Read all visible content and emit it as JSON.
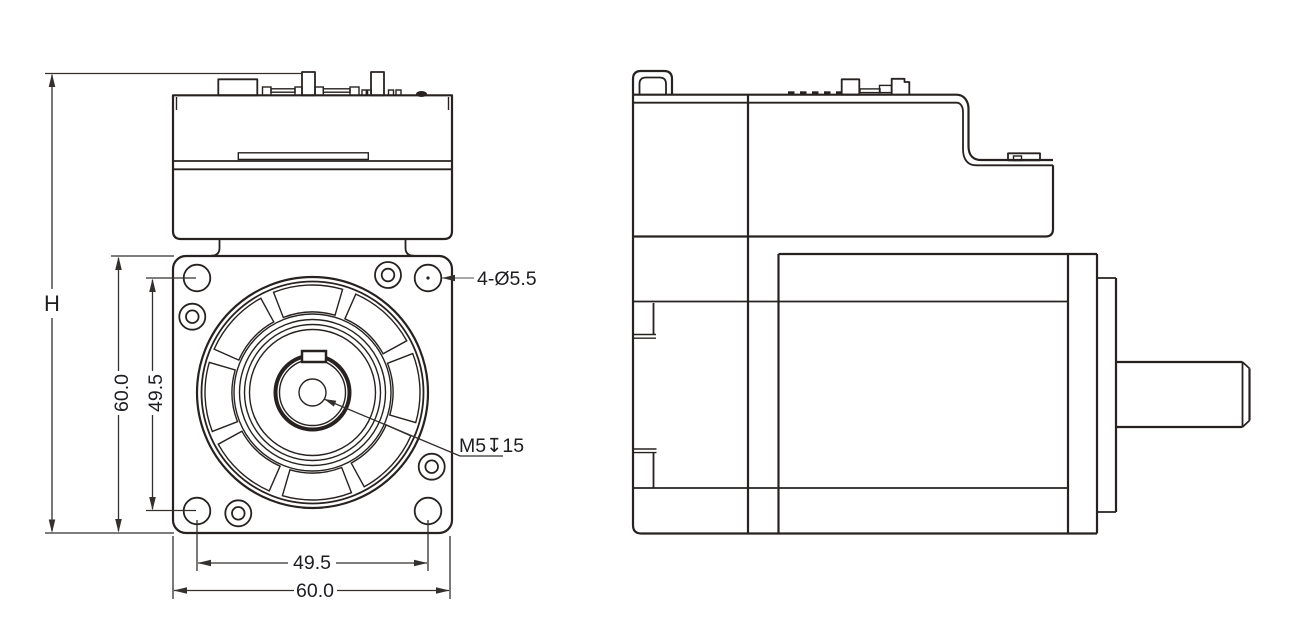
{
  "colors": {
    "line": "#272220",
    "dim": "#34302e",
    "text": "#1d1d22",
    "leader": "#757575",
    "bg": "#ffffff"
  },
  "front_view": {
    "dimensions": {
      "overall_height": "H",
      "flange_height": "60.0",
      "hole_spacing_vertical": "49.5",
      "hole_spacing_horizontal": "49.5",
      "flange_width": "60.0"
    },
    "callouts": {
      "mounting_holes": "4-Ø5.5",
      "shaft_tapped_hole": "M5↧15"
    }
  },
  "side_view": {}
}
